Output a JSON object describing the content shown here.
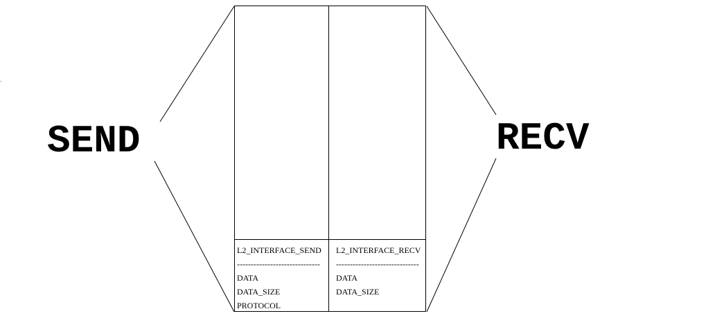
{
  "send_label": "SEND",
  "recv_label": "RECV",
  "send_struct": {
    "name": "L2_INTERFACE_SEND",
    "separator": "------------------------------",
    "fields": [
      "DATA",
      "DATA_SIZE",
      "PROTOCOL"
    ]
  },
  "recv_struct": {
    "name": "L2_INTERFACE_RECV",
    "separator": "------------------------------",
    "fields": [
      "DATA",
      "DATA_SIZE"
    ]
  },
  "colors": {
    "line": "#000000",
    "background": "#ffffff"
  }
}
